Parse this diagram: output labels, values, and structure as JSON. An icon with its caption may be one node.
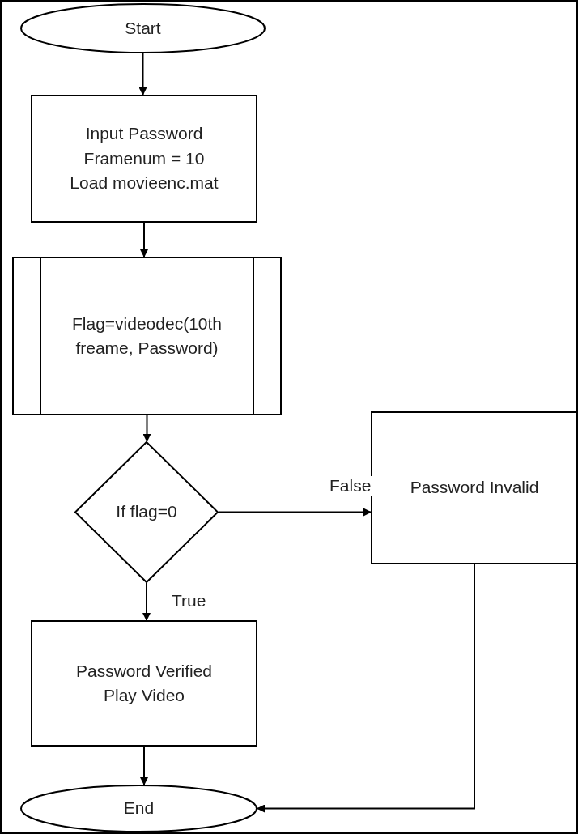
{
  "diagram": {
    "nodes": [
      {
        "text": [
          "Start"
        ]
      },
      {
        "text": [
          "Input Password Framenum = 10 Load movieenc.mat"
        ]
      },
      {
        "text": [
          "Flag=videodec(10th freame, Password)"
        ]
      },
      {
        "text": [
          "If flag=0"
        ]
      },
      {
        "text": [
          "Password Invalid"
        ]
      },
      {
        "text": [
          "Password Verified Play Video"
        ]
      },
      {
        "text": [
          "End"
        ]
      }
    ],
    "edges": [
      {
        "from": 0,
        "to": 1,
        "arrow": "to"
      },
      {
        "from": 1,
        "to": 2,
        "arrow": "to"
      },
      {
        "from": 2,
        "to": 3,
        "arrow": "to"
      },
      {
        "from": 3,
        "to": 4,
        "arrow": "to",
        "label": "False"
      },
      {
        "from": 3,
        "to": 5,
        "arrow": "to",
        "label": "True"
      },
      {
        "from": 5,
        "to": 6,
        "arrow": "to"
      },
      {
        "from": 4,
        "to": 6,
        "arrow": "to"
      }
    ]
  }
}
